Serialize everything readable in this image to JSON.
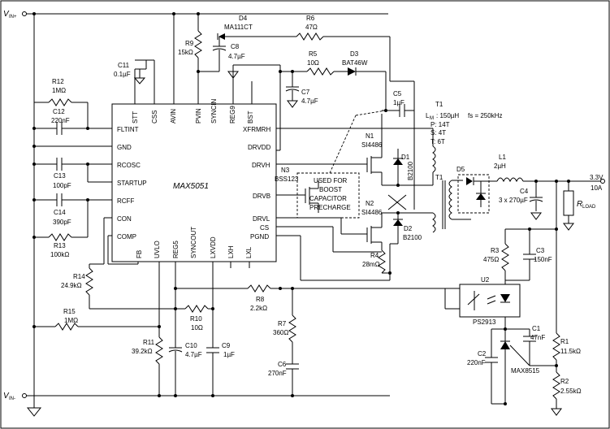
{
  "rails": {
    "vin_pos": "V",
    "vin_pos_sub": "IN+",
    "vin_neg": "V",
    "vin_neg_sub": "IN-"
  },
  "ic": {
    "name": "MAX5051",
    "pins_left": [
      "FLTINT",
      "GND",
      "RCOSC",
      "STARTUP",
      "RCFF",
      "CON",
      "COMP"
    ],
    "pins_top": [
      "STT",
      "CSS",
      "AVIN",
      "PVIN",
      "SYNCIN",
      "REG9",
      "BST"
    ],
    "pins_right": [
      "XFRMRH",
      "DRVDD",
      "DRVH",
      "DRVB",
      "DRVL",
      "CS",
      "PGND"
    ],
    "pins_bottom": [
      "FB",
      "UVLO",
      "REG5",
      "SYNCOUT",
      "LXVDD",
      "LXH",
      "LXL"
    ]
  },
  "parts": {
    "D4": [
      "D4",
      "MA111CT"
    ],
    "R6": [
      "R6",
      "47Ω"
    ],
    "R9": [
      "R9",
      "15kΩ"
    ],
    "C8": [
      "C8",
      "4.7µF"
    ],
    "R5": [
      "R5",
      "10Ω"
    ],
    "D3": [
      "D3",
      "BAT46W"
    ],
    "C11": [
      "C11",
      "0.1µF"
    ],
    "C7": [
      "C7",
      "4.7µF"
    ],
    "C5": [
      "C5",
      "1µF"
    ],
    "T1": [
      "T1",
      "L",
      "M",
      ": 150µH",
      "P: 14T",
      "S: 4T",
      "T: 6T"
    ],
    "fs": "fs = 250kHz",
    "R12": [
      "R12",
      "1MΩ"
    ],
    "C12": [
      "C12",
      "220nF"
    ],
    "C13": [
      "C13",
      "100pF"
    ],
    "C14": [
      "C14",
      "390pF"
    ],
    "R13": [
      "R13",
      "100kΩ"
    ],
    "N1": [
      "N1",
      "SI4486"
    ],
    "D1": [
      "D1",
      "B2100"
    ],
    "N3": [
      "N3",
      "BSS123"
    ],
    "N2": [
      "N2",
      "SI4486"
    ],
    "D2": [
      "D2",
      "B2100"
    ],
    "R4": [
      "R4",
      "28mΩ"
    ],
    "boost_note": [
      "USED FOR",
      "BOOST",
      "CAPACITOR",
      "PRECHARGE"
    ],
    "T1b": "T1",
    "D5": "D5",
    "L1": [
      "L1",
      "2µH"
    ],
    "C4": [
      "C4",
      "3 x 270µF"
    ],
    "out": [
      "3.3V",
      "10A"
    ],
    "rload": [
      "R",
      "LOAD"
    ],
    "R3": [
      "R3",
      "475Ω"
    ],
    "C3": [
      "C3",
      "150nF"
    ],
    "U2": [
      "U2",
      "PS2913"
    ],
    "C1": [
      "C1",
      "47nF"
    ],
    "C2": [
      "C2",
      "220nF"
    ],
    "MAX8515": "MAX8515",
    "R1": [
      "R1",
      "11.5kΩ"
    ],
    "R2": [
      "R2",
      "2.55kΩ"
    ],
    "R14": [
      "R14",
      "24.9kΩ"
    ],
    "R15": [
      "R15",
      "1MΩ"
    ],
    "R8": [
      "R8",
      "2.2kΩ"
    ],
    "R10": [
      "R10",
      "10Ω"
    ],
    "R7": [
      "R7",
      "360Ω"
    ],
    "C6": [
      "C6",
      "270nF"
    ],
    "R11": [
      "R11",
      "39.2kΩ"
    ],
    "C10": [
      "C10",
      "4.7µF"
    ],
    "C9": [
      "C9",
      "1µF"
    ]
  }
}
